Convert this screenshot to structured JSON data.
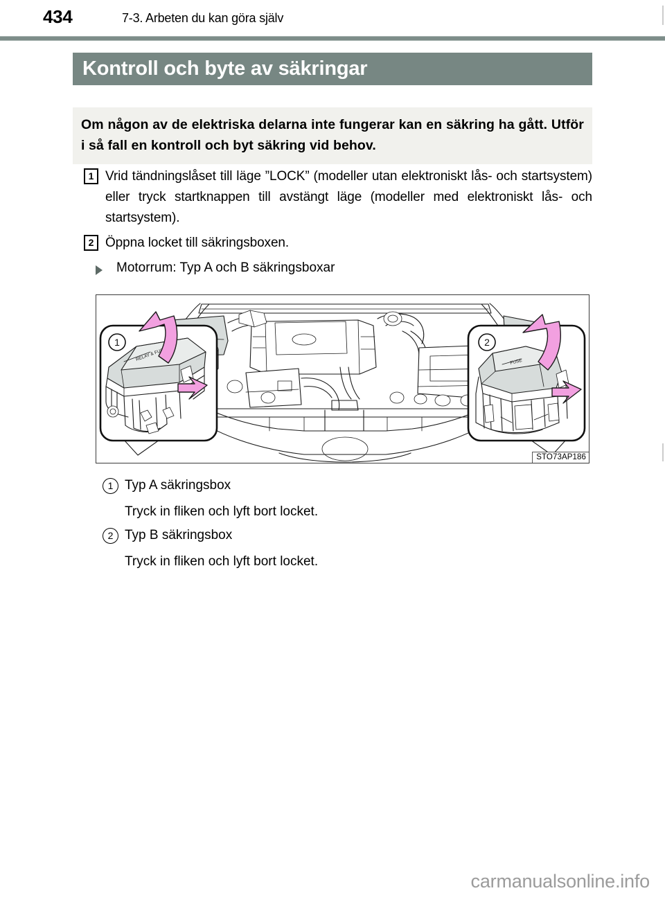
{
  "header": {
    "page_number": "434",
    "section": "7-3. Arbeten du kan göra själv"
  },
  "title": {
    "text": "Kontroll och byte av säkringar",
    "bar_color": "#778783"
  },
  "info_box": {
    "text": "Om någon av de elektriska delarna inte fungerar kan en säkring ha gått. Utför i så fall en kontroll och byt säkring vid behov.",
    "background": "#f1f1ed"
  },
  "steps": [
    {
      "number": "1",
      "text": "Vrid tändningslåset till läge ”LOCK” (modeller utan elektroniskt lås- och startsystem) eller tryck startknappen till avstängt läge (modeller med elektroniskt lås- och startsystem)."
    },
    {
      "number": "2",
      "text": "Öppna locket till säkringsboxen."
    }
  ],
  "bullet": {
    "text": "Motorrum: Typ A och B säkringsboxar"
  },
  "figure": {
    "code": "STO73AP186",
    "callout_1": "1",
    "callout_2": "2",
    "fusebox_a_label": "RELAY & FUSE",
    "fusebox_b_label": "FUSE",
    "arrow_color": "#f2a0e0",
    "panel_fill": "#d9dedd"
  },
  "legend": [
    {
      "number": "1",
      "label": "Typ A säkringsbox",
      "sub": "Tryck in fliken och lyft bort locket."
    },
    {
      "number": "2",
      "label": "Typ B säkringsbox",
      "sub": "Tryck in fliken och lyft bort locket."
    }
  ],
  "footer": {
    "watermark": "carmanualsonline.info"
  }
}
